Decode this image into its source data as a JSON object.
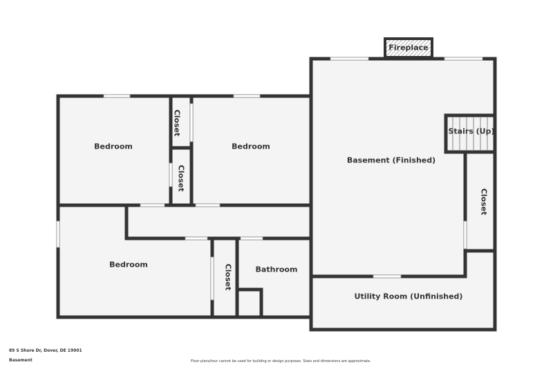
{
  "rooms": {
    "bedroom1": "Bedroom",
    "bedroom2": "Bedroom",
    "bedroom3": "Bedroom",
    "closet1": "Closet",
    "closet2": "Closet",
    "closet3": "Closet",
    "closet4": "Closet",
    "bathroom": "Bathroom",
    "basement": "Basement (Finished)",
    "stairs": "Stairs (Up)",
    "utility": "Utility Room (Unfinished)",
    "fireplace": "Fireplace"
  },
  "footer": {
    "address": "89 S Shore Dr, Dover, DE 19901",
    "floor": "Basement",
    "disclaimer": "Floor plans/tour cannot be used for building or design purposes. Sizes and dimensions are approximate."
  },
  "colors": {
    "wall": "#333333",
    "floor": "#f4f4f4"
  }
}
